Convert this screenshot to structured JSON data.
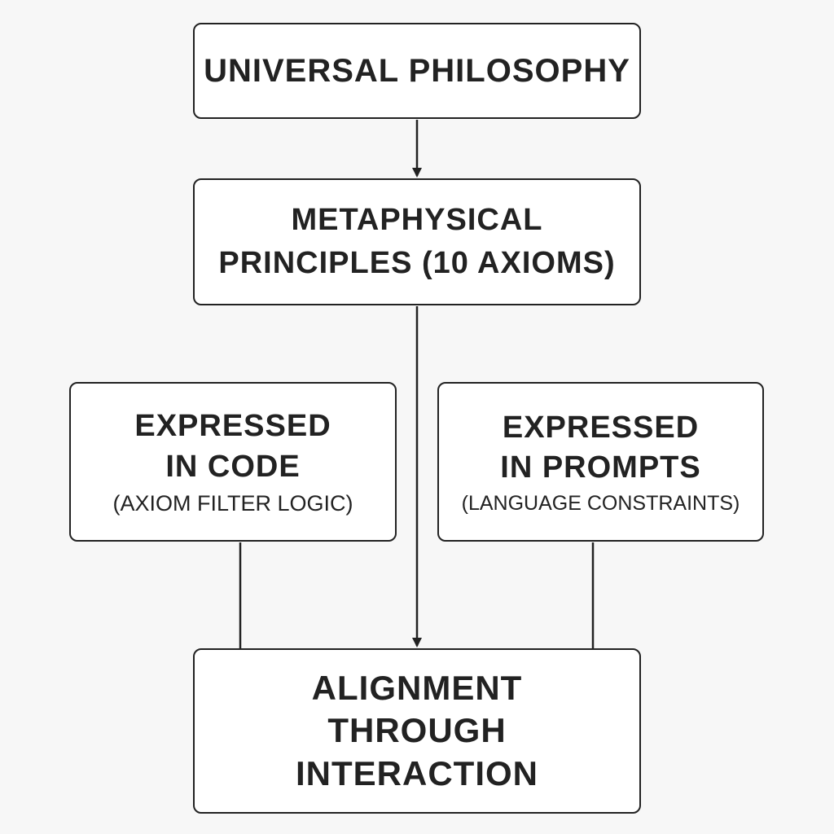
{
  "nodes": {
    "universal": {
      "title_lines": [
        "UNIVERSAL PHILOSOPHY"
      ]
    },
    "metaphysical": {
      "title_lines": [
        "METAPHYSICAL",
        "PRINCIPLES (10 AXIOMS)"
      ]
    },
    "code": {
      "title_lines": [
        "EXPRESSED",
        "IN CODE"
      ],
      "subtitle": "(AXIOM FILTER LOGIC)"
    },
    "prompts": {
      "title_lines": [
        "EXPRESSED",
        "IN PROMPTS"
      ],
      "subtitle": "(LANGUAGE CONSTRAINTS)"
    },
    "alignment": {
      "title_lines": [
        "ALIGNMENT",
        "THROUGH",
        "INTERACTION"
      ]
    }
  },
  "edges": [
    {
      "from": "universal",
      "to": "metaphysical",
      "arrow": true
    },
    {
      "from": "metaphysical",
      "to": "alignment",
      "arrow": true
    },
    {
      "from": "code",
      "to": "alignment",
      "arrow": false
    },
    {
      "from": "prompts",
      "to": "alignment",
      "arrow": false
    }
  ],
  "colors": {
    "background": "#f7f7f7",
    "box_fill": "#ffffff",
    "stroke": "#222222"
  }
}
